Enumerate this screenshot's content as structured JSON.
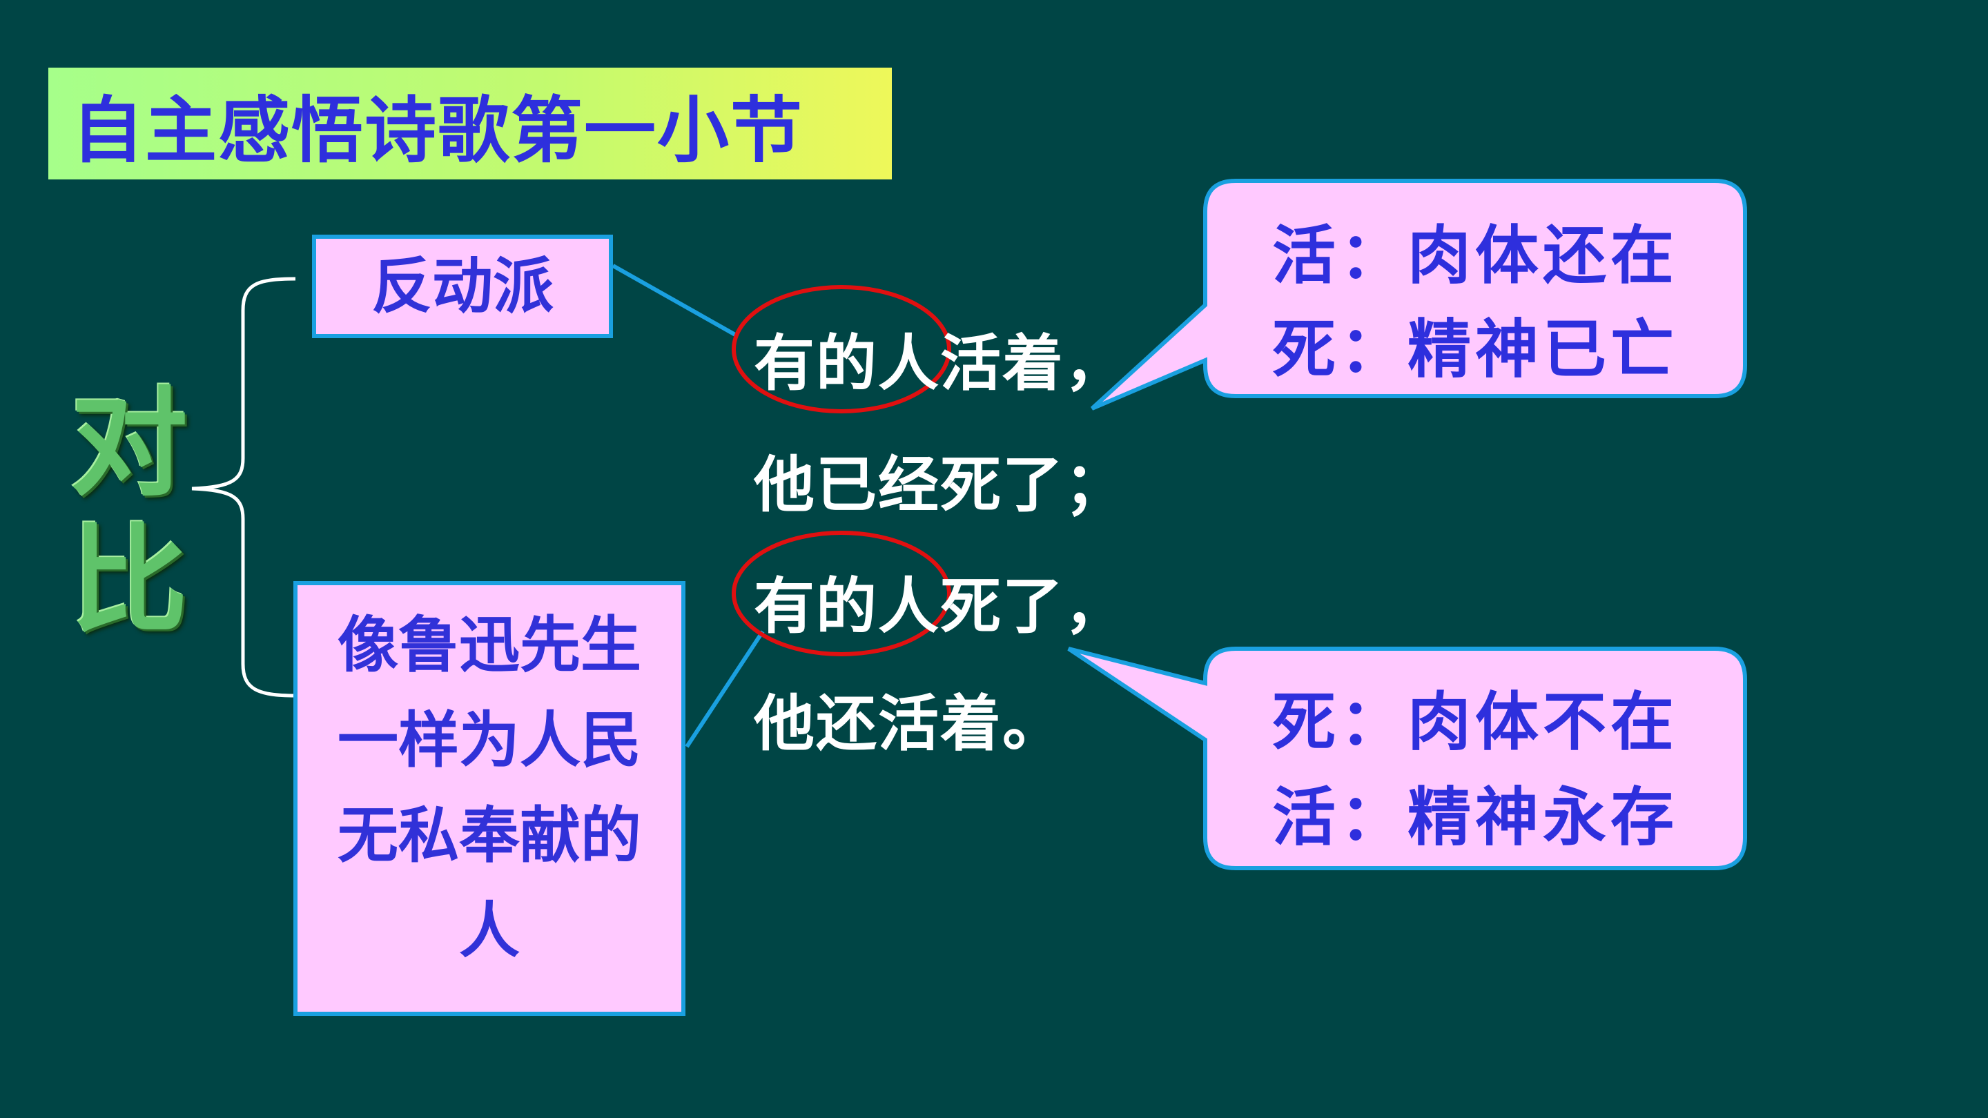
{
  "title": "自主感悟诗歌第一小节",
  "contrast_label": [
    "对",
    "比"
  ],
  "box_top": "反动派",
  "box_bottom": [
    "像鲁迅先生",
    "一样为人民",
    "无私奉献的",
    "人"
  ],
  "poem": [
    "有的人活着，",
    "他已经死了；",
    "有的人死了，",
    "他还活着。"
  ],
  "bubble_top": [
    "活：肉体还在",
    "死：精神已亡"
  ],
  "bubble_bottom": [
    "死：肉体不在",
    "活：精神永存"
  ],
  "colors": {
    "background": "#004545",
    "box_fill": "#ffc9ff",
    "box_border": "#1aa0e0",
    "text_blue": "#2e2fdd",
    "circle_red": "#e01010"
  }
}
